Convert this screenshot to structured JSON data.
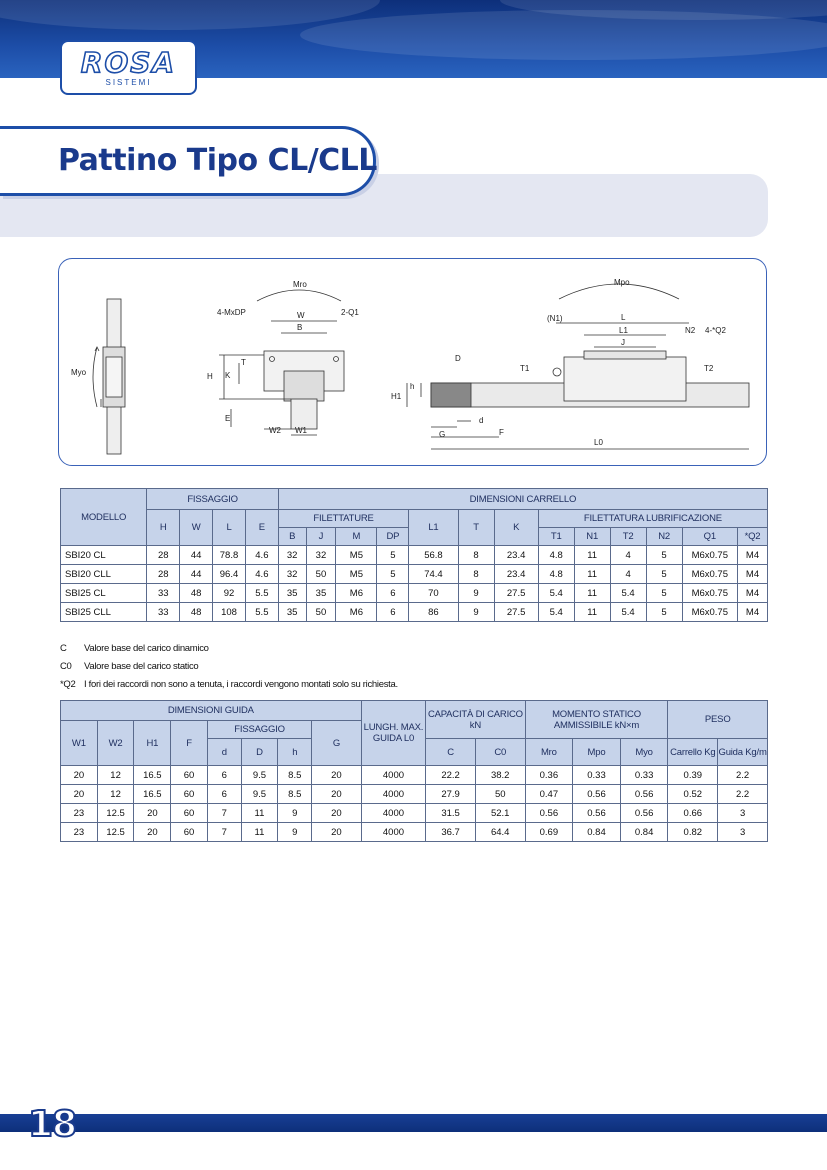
{
  "header": {
    "logo_text": "ROSA",
    "logo_sub": "SISTEMI"
  },
  "title": "Pattino Tipo CL/CLL",
  "drawing": {
    "labels": {
      "myo": "Myo",
      "mro": "Mro",
      "mpo": "Mpo",
      "mxdp": "4-MxDP",
      "q1": "2-Q1",
      "q2": "4-*Q2",
      "B": "B",
      "W": "W",
      "T": "T",
      "H": "H",
      "K": "K",
      "E": "E",
      "W2": "W2",
      "W1": "W1",
      "D": "D",
      "h": "h",
      "H1": "H1",
      "d": "d",
      "G": "G",
      "F": "F",
      "L0": "L0",
      "N1": "(N1)",
      "L": "L",
      "L1": "L1",
      "J": "J",
      "N2": "N2",
      "T1": "T1",
      "T2": "T2"
    }
  },
  "table1": {
    "h_modello": "MODELLO",
    "h_fissaggio": "FISSAGGIO",
    "h_dimensioni": "DIMENSIONI CARRELLO",
    "h_filettature": "FILETTATURE",
    "h_lubrif": "FILETTATURA LUBRIFICAZIONE",
    "fix_cols": [
      "H",
      "W",
      "L",
      "E"
    ],
    "thread_cols": [
      "B",
      "J",
      "M",
      "DP"
    ],
    "mid_cols": [
      "L1",
      "T",
      "K"
    ],
    "lub_cols": [
      "T1",
      "N1",
      "T2",
      "N2",
      "Q1",
      "*Q2"
    ],
    "rows": [
      [
        "SBI20 CL",
        "28",
        "44",
        "78.8",
        "4.6",
        "32",
        "32",
        "M5",
        "5",
        "56.8",
        "8",
        "23.4",
        "4.8",
        "11",
        "4",
        "5",
        "M6x0.75",
        "M4"
      ],
      [
        "SBI20 CLL",
        "28",
        "44",
        "96.4",
        "4.6",
        "32",
        "50",
        "M5",
        "5",
        "74.4",
        "8",
        "23.4",
        "4.8",
        "11",
        "4",
        "5",
        "M6x0.75",
        "M4"
      ],
      [
        "SBI25 CL",
        "33",
        "48",
        "92",
        "5.5",
        "35",
        "35",
        "M6",
        "6",
        "70",
        "9",
        "27.5",
        "5.4",
        "11",
        "5.4",
        "5",
        "M6x0.75",
        "M4"
      ],
      [
        "SBI25 CLL",
        "33",
        "48",
        "108",
        "5.5",
        "35",
        "50",
        "M6",
        "6",
        "86",
        "9",
        "27.5",
        "5.4",
        "11",
        "5.4",
        "5",
        "M6x0.75",
        "M4"
      ]
    ]
  },
  "notes": [
    {
      "key": "C",
      "text": "Valore base del carico dinamico"
    },
    {
      "key": "C0",
      "text": "Valore base del carico statico"
    },
    {
      "key": "*Q2",
      "text": "I fori dei raccordi non sono a tenuta, i raccordi vengono montati solo su richiesta."
    }
  ],
  "table2": {
    "h_dim_guida": "DIMENSIONI GUIDA",
    "h_fissaggio": "FISSAGGIO",
    "h_lungh": "LUNGH. MAX. GUIDA L0",
    "h_capacita": "CAPACITÀ DI CARICO kN",
    "h_momento": "MOMENTO STATICO AMMISSIBILE kN×m",
    "h_peso": "PESO",
    "guide_cols": [
      "W1",
      "W2",
      "H1",
      "F"
    ],
    "fix_cols": [
      "d",
      "D",
      "h"
    ],
    "col_G": "G",
    "cap_cols": [
      "C",
      "C0"
    ],
    "mom_cols": [
      "Mro",
      "Mpo",
      "Myo"
    ],
    "peso_cols": [
      "Carrello Kg",
      "Guida Kg/m"
    ],
    "rows": [
      [
        "20",
        "12",
        "16.5",
        "60",
        "6",
        "9.5",
        "8.5",
        "20",
        "4000",
        "22.2",
        "38.2",
        "0.36",
        "0.33",
        "0.33",
        "0.39",
        "2.2"
      ],
      [
        "20",
        "12",
        "16.5",
        "60",
        "6",
        "9.5",
        "8.5",
        "20",
        "4000",
        "27.9",
        "50",
        "0.47",
        "0.56",
        "0.56",
        "0.52",
        "2.2"
      ],
      [
        "23",
        "12.5",
        "20",
        "60",
        "7",
        "11",
        "9",
        "20",
        "4000",
        "31.5",
        "52.1",
        "0.56",
        "0.56",
        "0.56",
        "0.66",
        "3"
      ],
      [
        "23",
        "12.5",
        "20",
        "60",
        "7",
        "11",
        "9",
        "20",
        "4000",
        "36.7",
        "64.4",
        "0.69",
        "0.84",
        "0.84",
        "0.82",
        "3"
      ]
    ]
  },
  "page_number": "18",
  "colors": {
    "brand_blue": "#1d4ea8",
    "dark_blue": "#0d2f7a",
    "header_fill": "#c6d3ea"
  }
}
